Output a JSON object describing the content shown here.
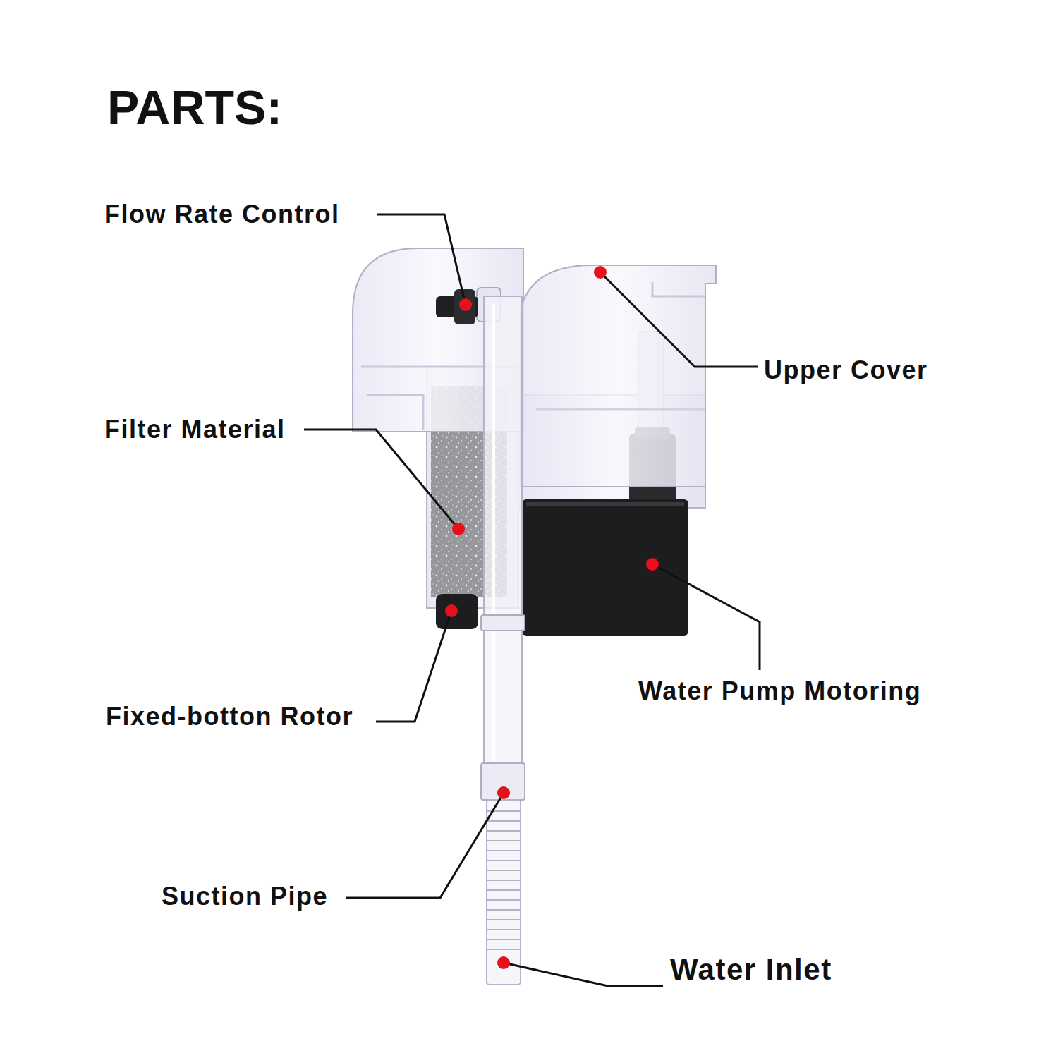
{
  "diagram": {
    "title": "PARTS:",
    "labels": [
      "Flow Rate Control",
      "Upper Cover",
      "Filter Material",
      "Water Pump Motoring",
      "Fixed-botton Rotor",
      "Suction Pipe",
      "Water Inlet"
    ]
  }
}
